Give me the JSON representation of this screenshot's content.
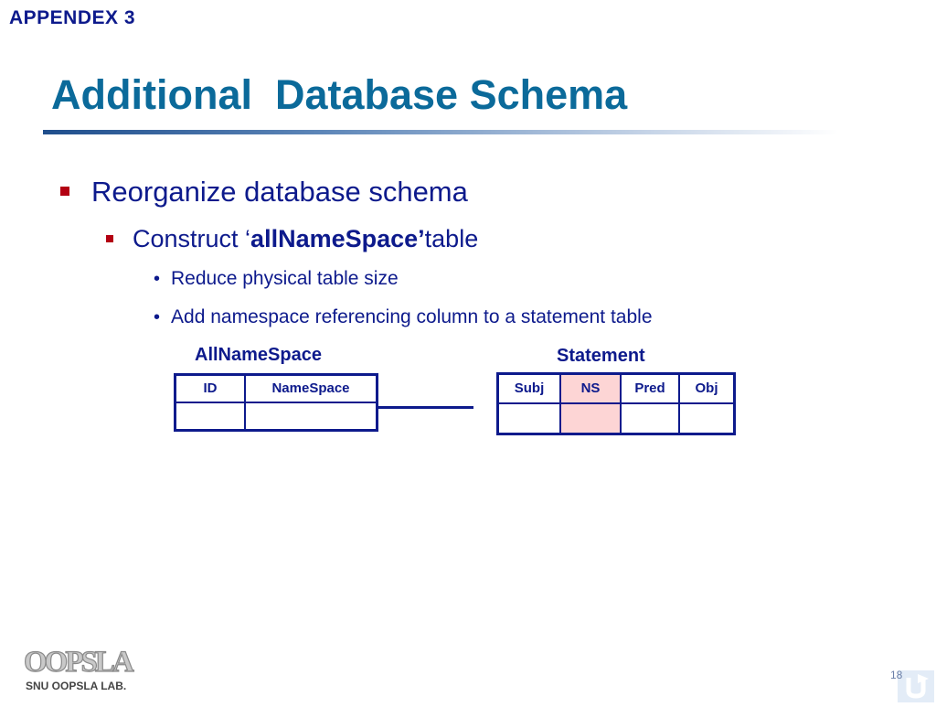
{
  "header": {
    "section_label": "APPENDEX 3",
    "title": "Additional  Database Schema"
  },
  "bullets": {
    "level1": "Reorganize database schema",
    "level2_prefix": "Construct ‘",
    "level2_bold": "allNameSpace’",
    "level2_suffix": " table",
    "level3": [
      "Reduce physical table size",
      "Add namespace referencing column to a statement table"
    ]
  },
  "diagram": {
    "left_table": {
      "title": "AllNameSpace",
      "columns": [
        "ID",
        "NameSpace"
      ]
    },
    "right_table": {
      "title": "Statement",
      "columns": [
        "Subj",
        "NS",
        "Pred",
        "Obj"
      ],
      "highlight_column": "NS"
    },
    "highlight_color": "#fdd5d5"
  },
  "footer": {
    "logo_text": "OOPSLA",
    "lab_name": "SNU OOPSLA LAB.",
    "page_number": "18"
  },
  "colors": {
    "title": "#0b6a9a",
    "text": "#0d1a8c",
    "bullet": "#b30012"
  }
}
